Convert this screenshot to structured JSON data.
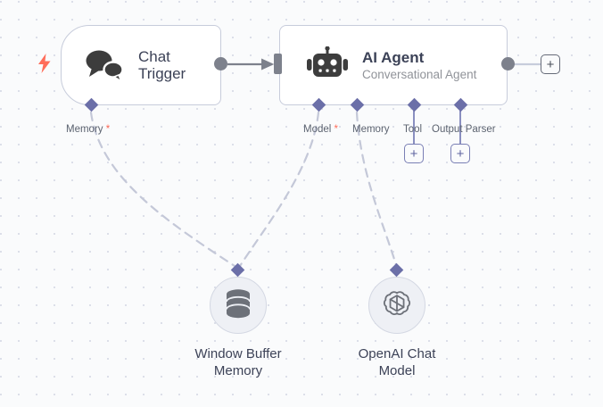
{
  "canvas": {
    "background_color": "#fafbfc",
    "grid_dot_color": "#dcdfe9",
    "grid_spacing": 20
  },
  "colors": {
    "node_border": "#c7ccdb",
    "node_fill": "#ffffff",
    "title_text": "#3c4257",
    "subtitle_text": "#909399",
    "port_label_text": "#5c6370",
    "diamond_port": "#6b6fa8",
    "main_port": "#7d818c",
    "required_asterisk": "#ff6d5a",
    "trigger_bolt": "#ff6d5a",
    "dashed_edge": "#c4c8d8",
    "solid_edge": "#7d818c",
    "sub_node_fill": "#eef0f5",
    "sub_node_border": "#d4d8e3",
    "icon_dark": "#3d3d3d",
    "icon_gray": "#6d7179"
  },
  "nodes": {
    "chat_trigger": {
      "title": "Chat\nTrigger",
      "icon": "chat-bubbles-icon",
      "trigger_icon": "lightning-bolt-icon",
      "output_port": "main-output",
      "sub_ports": [
        {
          "label": "Memory",
          "required": true
        }
      ]
    },
    "ai_agent": {
      "title": "AI Agent",
      "subtitle": "Conversational Agent",
      "icon": "robot-icon",
      "input_port": "main-input",
      "output_port": "main-output",
      "sub_ports": [
        {
          "label": "Model",
          "required": true,
          "has_add_button": false
        },
        {
          "label": "Memory",
          "required": false,
          "has_add_button": false
        },
        {
          "label": "Tool",
          "required": false,
          "has_add_button": true
        },
        {
          "label": "Output Parser",
          "required": false,
          "has_add_button": true
        }
      ]
    },
    "window_buffer_memory": {
      "label": "Window Buffer\nMemory",
      "icon": "database-icon"
    },
    "openai_chat_model": {
      "label": "OpenAI Chat\nModel",
      "icon": "openai-logo-icon"
    }
  },
  "buttons": {
    "add_node_plus": "+",
    "add_tool_plus": "+",
    "add_parser_plus": "+"
  }
}
